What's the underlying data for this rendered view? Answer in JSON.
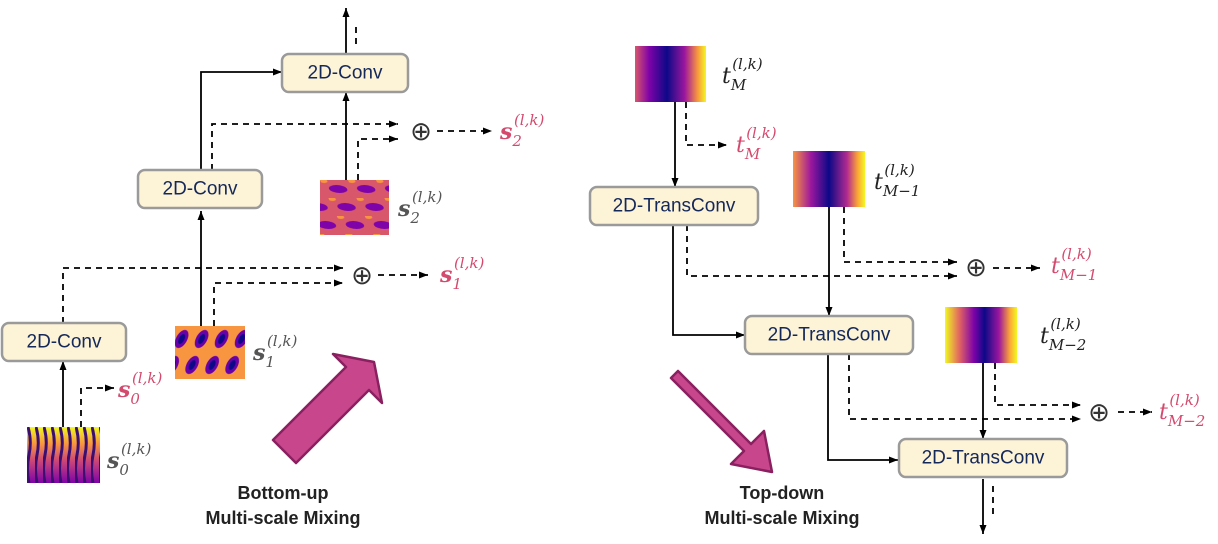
{
  "colors": {
    "accent": "#d44a6e",
    "box_fill": "#fdf3d6",
    "box_text": "#14285a",
    "big_arrow": "#c8468c"
  },
  "left": {
    "boxes": [
      "2D-Conv",
      "2D-Conv",
      "2D-Conv"
    ],
    "inputs": [
      {
        "base": "s",
        "sub": "0",
        "sup": "(l,k)"
      },
      {
        "base": "s",
        "sub": "1",
        "sup": "(l,k)"
      },
      {
        "base": "s",
        "sub": "2",
        "sup": "(l,k)"
      }
    ],
    "outputs": [
      {
        "base": "s",
        "sub": "0",
        "sup": "(l,k)"
      },
      {
        "base": "s",
        "sub": "1",
        "sup": "(l,k)"
      },
      {
        "base": "s",
        "sub": "2",
        "sup": "(l,k)"
      }
    ],
    "caption_line1": "Bottom-up",
    "caption_line2": "Multi-scale Mixing"
  },
  "right": {
    "boxes": [
      "2D-TransConv",
      "2D-TransConv",
      "2D-TransConv"
    ],
    "inputs": [
      {
        "base": "t",
        "sub": "M",
        "sup": "(l,k)"
      },
      {
        "base": "t",
        "sub": "M−1",
        "sup": "(l,k)"
      },
      {
        "base": "t",
        "sub": "M−2",
        "sup": "(l,k)"
      }
    ],
    "outputs": [
      {
        "base": "t",
        "sub": "M",
        "sup": "(l,k)"
      },
      {
        "base": "t",
        "sub": "M−1",
        "sup": "(l,k)"
      },
      {
        "base": "t",
        "sub": "M−2",
        "sup": "(l,k)"
      }
    ],
    "caption_line1": "Top-down",
    "caption_line2": "Multi-scale Mixing"
  },
  "symbols": {
    "sum": "⊕"
  }
}
